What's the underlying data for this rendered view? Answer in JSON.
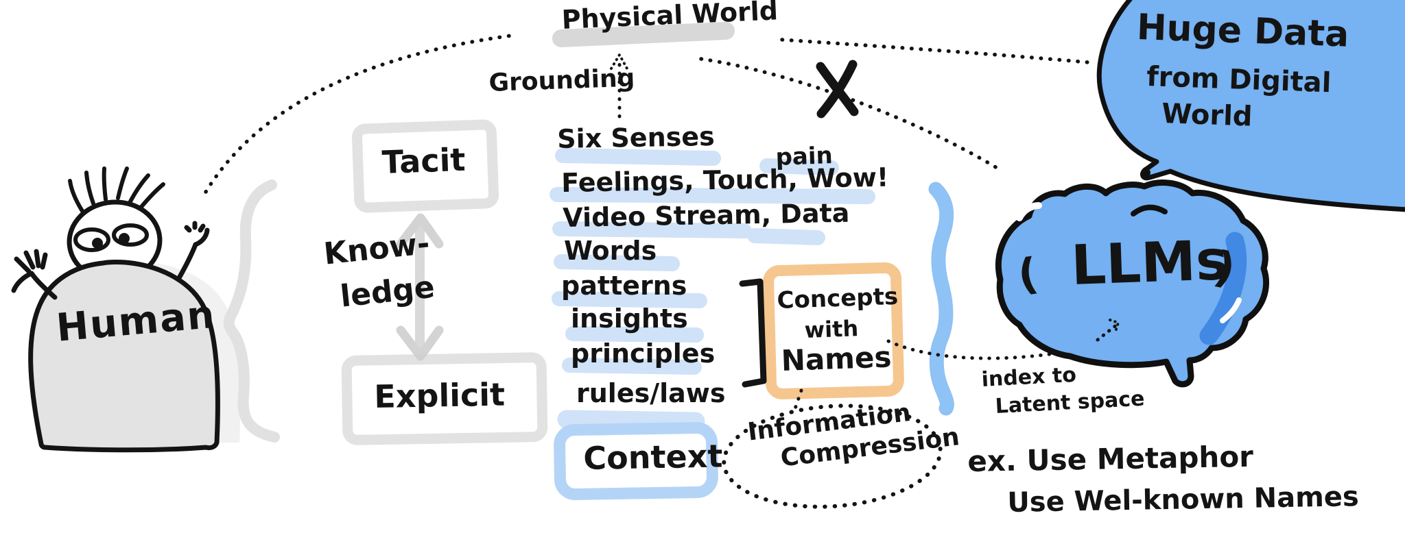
{
  "title": "Hand-drawn sketch: Human knowledge vs LLMs",
  "colors": {
    "ink": "#141414",
    "sketch_gray": "#e1e1e1",
    "highlight_blue": "#cfe2f8",
    "marker_blue": "#8fc2f5",
    "fill_blue": "#74b0f2",
    "accent_dark_blue": "#3e87e2",
    "marker_orange": "#f6c68f"
  },
  "human": {
    "label": "Human"
  },
  "knowledge": {
    "line1": "Know-",
    "line2": "ledge",
    "tacit": "Tacit",
    "explicit": "Explicit"
  },
  "physical_world": {
    "label": "Physical World",
    "grounding": "Grounding"
  },
  "senses": {
    "items": [
      "Six Senses",
      "Feelings, Touch, Wow!",
      "Video Stream, Data",
      "Words",
      "patterns",
      "insights",
      "principles",
      "rules/laws"
    ],
    "pain": "pain",
    "context": "Context"
  },
  "concepts": {
    "line1": "Concepts",
    "line2": "with",
    "line3": "Names"
  },
  "compression": {
    "line1": "Information",
    "line2": "Compression"
  },
  "llm": {
    "label": "LLMs",
    "paren_open": "(",
    "paren_close": ")",
    "index_line1": "index to",
    "index_line2": "Latent space",
    "example1": "ex. Use Metaphor",
    "example2": "Use Wel-known Names"
  },
  "bubble": {
    "line1": "Huge Data",
    "line2": "from Digital",
    "line3": "World"
  },
  "icons": {
    "x_mark": "✗"
  }
}
